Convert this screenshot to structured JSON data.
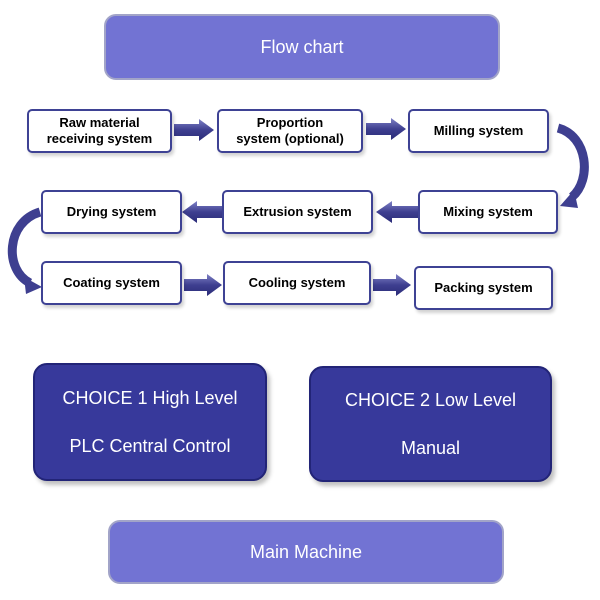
{
  "header": {
    "title": "Flow chart"
  },
  "steps": {
    "raw_material": {
      "line1": "Raw material",
      "line2": "receiving system"
    },
    "proportion": {
      "line1": "Proportion",
      "line2": "system (optional)"
    },
    "milling": {
      "label": "Milling  system"
    },
    "mixing": {
      "label": "Mixing  system"
    },
    "extrusion": {
      "label": "Extrusion  system"
    },
    "drying": {
      "label": "Drying  system"
    },
    "coating": {
      "label": "Coating  system"
    },
    "cooling": {
      "label": "Cooling  system"
    },
    "packing": {
      "label": "Packing  system"
    }
  },
  "choices": {
    "choice1": {
      "line1": "CHOICE  1 High Level",
      "line2": "PLC Central Control"
    },
    "choice2": {
      "line1": "CHOICE  2 Low Level",
      "line2": "Manual"
    }
  },
  "footer": {
    "label": "Main Machine"
  },
  "colors": {
    "banner_fill": "#7273d3",
    "step_border": "#3e4294",
    "choice_fill": "#37399b",
    "arrow_fill": "#3e3f90"
  }
}
